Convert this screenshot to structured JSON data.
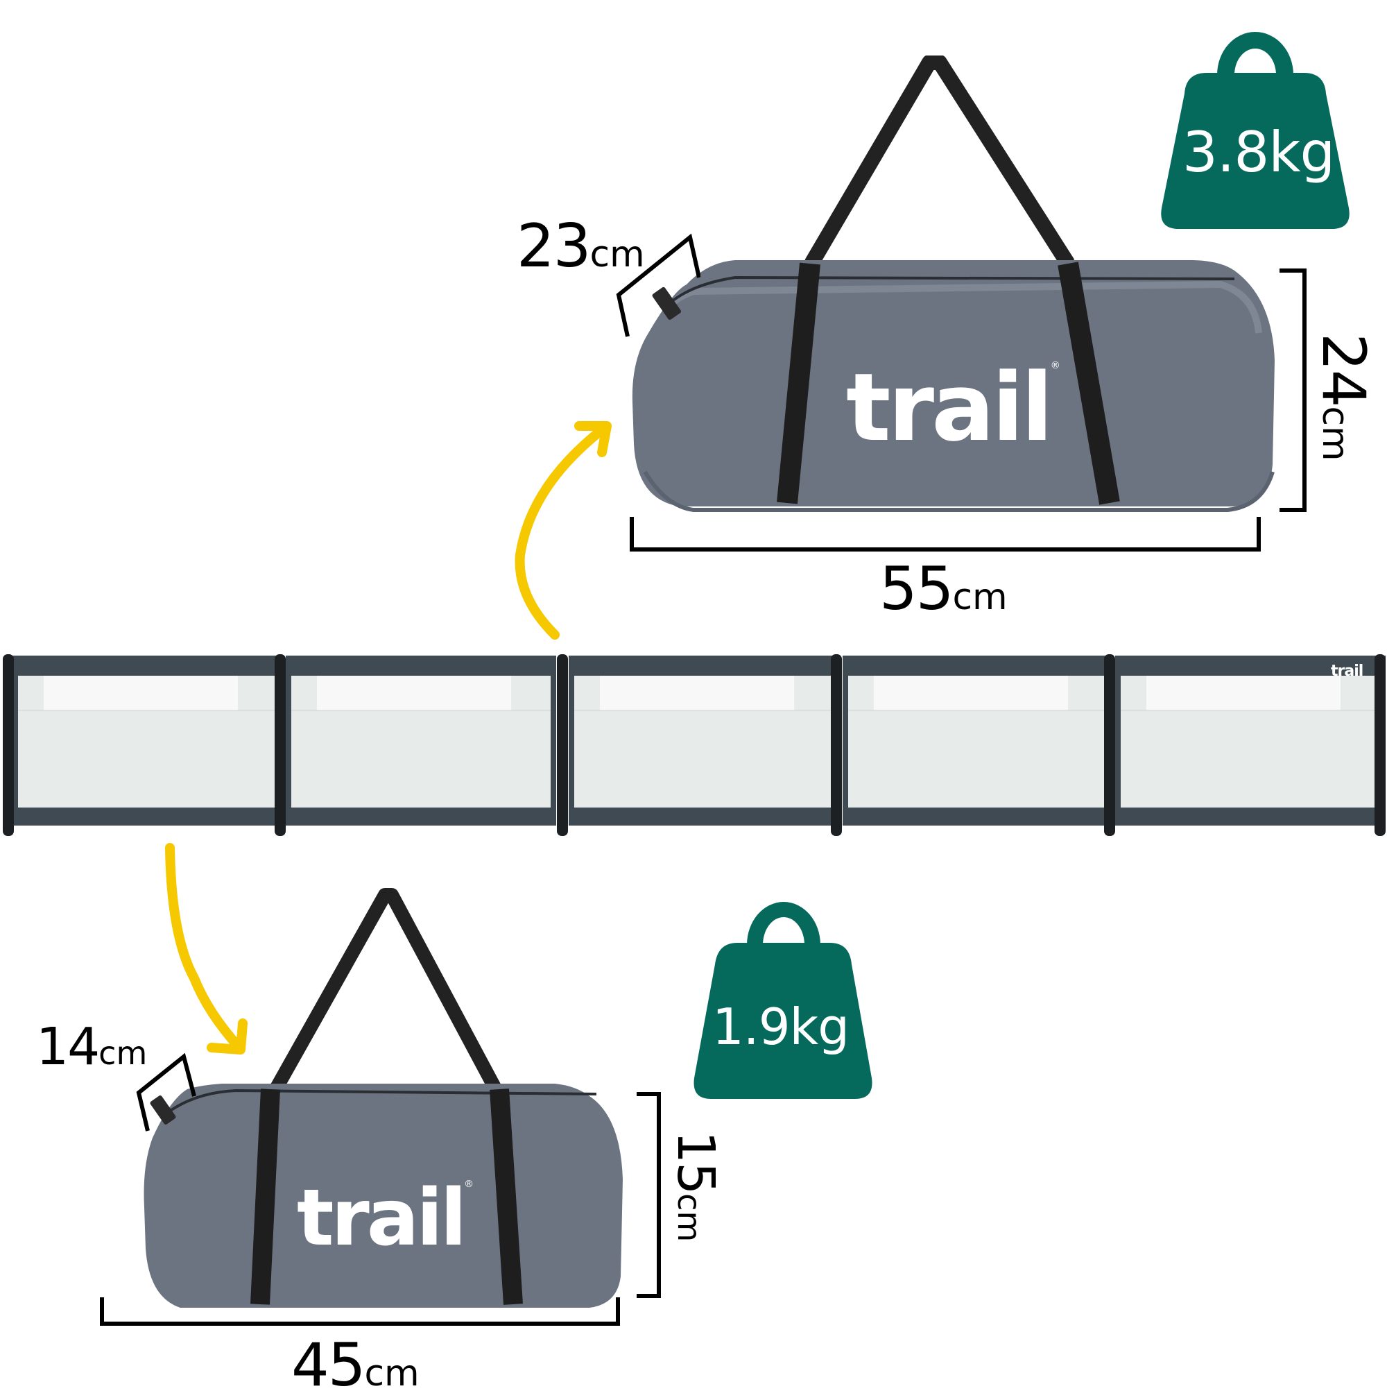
{
  "colors": {
    "weight_badge": "#056a5c",
    "arrow": "#f5c800",
    "bag_fabric": "#6c7482",
    "bag_strap": "#1e1e1e",
    "fence_frame": "#3f4a52",
    "fence_pole": "#1c2023",
    "fence_window": "#e9ecea",
    "dimension_line": "#000000"
  },
  "large_bag": {
    "brand": "trail",
    "trademark": "®",
    "weight": "3.8kg",
    "depth": {
      "value": "23",
      "unit": "cm"
    },
    "height": {
      "value": "24",
      "unit": "cm"
    },
    "width": {
      "value": "55",
      "unit": "cm"
    }
  },
  "small_bag": {
    "brand": "trail",
    "trademark": "®",
    "weight": "1.9kg",
    "depth": {
      "value": "14",
      "unit": "cm"
    },
    "height": {
      "value": "15",
      "unit": "cm"
    },
    "width": {
      "value": "45",
      "unit": "cm"
    }
  },
  "windbreak": {
    "brand": "trail",
    "panels": [
      {
        "group": "left",
        "index": 1
      },
      {
        "group": "left",
        "index": 2
      },
      {
        "group": "right",
        "index": 3
      },
      {
        "group": "right",
        "index": 4
      },
      {
        "group": "right",
        "index": 5
      }
    ]
  }
}
